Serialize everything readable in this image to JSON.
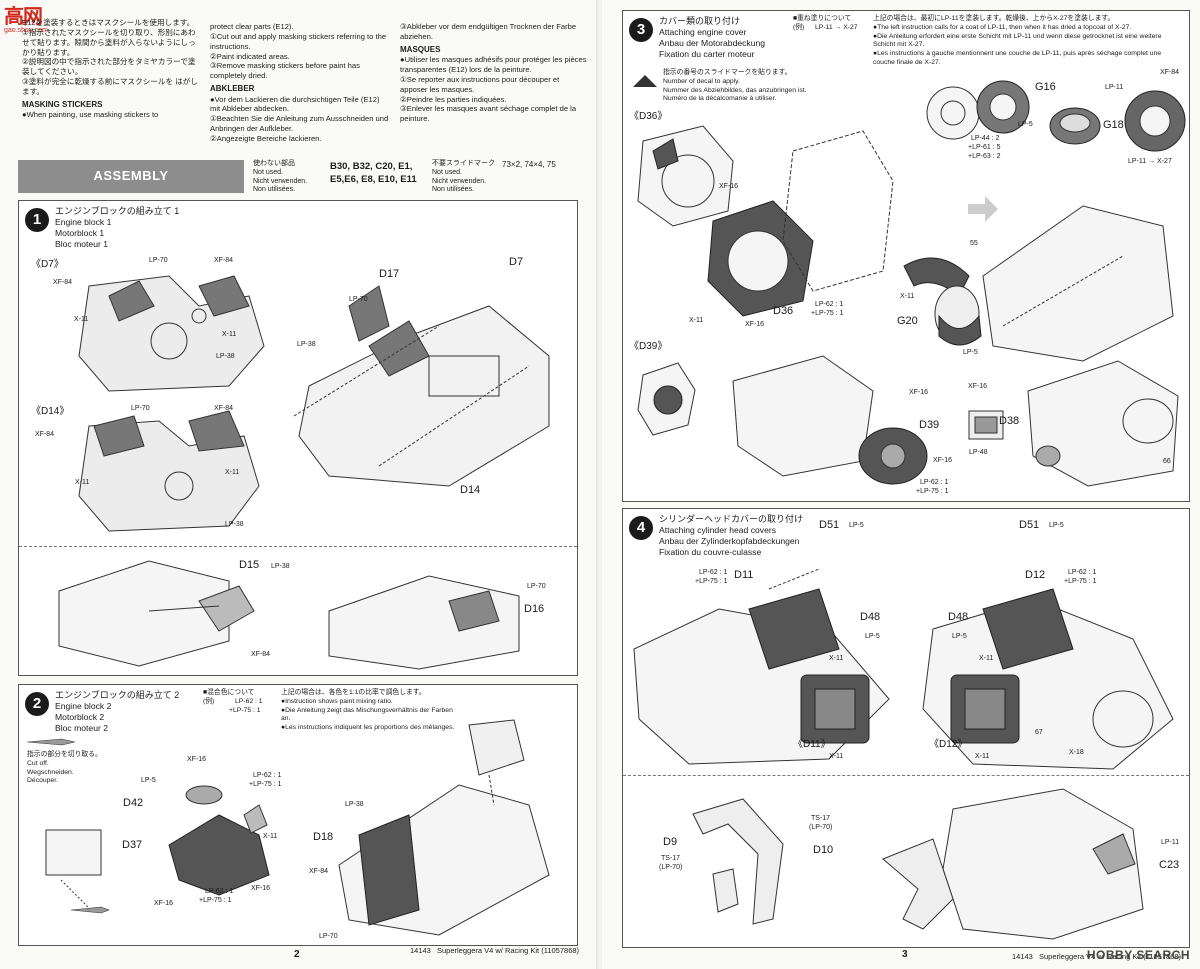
{
  "watermark": {
    "logo": "高网",
    "url": "gao.shou.com"
  },
  "left_col1": [
    "E12を塗装するときはマスクシールを使用します。",
    "①指示されたマスクシールを切り取り、形別にあわせて貼ります。隙間から塗料が入らないようにしっかり貼ります。",
    "②説明図の中で指示された部分をタミヤカラーで塗装してください。",
    "③塗料が完全に乾燥する前にマスクシールを はがします。"
  ],
  "left_col1_head": "MASKING STICKERS",
  "left_col1_en": "●When painting, use masking stickers to",
  "left_col2": [
    "protect clear parts (E12).",
    "①Cut out and apply masking stickers referring to the instructions.",
    "②Paint indicated areas.",
    "③Remove masking stickers before paint has completely dried."
  ],
  "left_col2_head": "ABKLEBER",
  "left_col2_de": [
    "●Vor dem Lackieren die durchsichtigen Teile (E12) mit Abkleber abdecken.",
    "①Beachten Sie die Anleitung zum Ausschneiden und Anbringen der Aufkleber.",
    "②Angezeigte Bereiche lackieren."
  ],
  "left_col3_de": "③Abkleber vor dem endgültigen Trocknen der Farbe abziehen.",
  "left_col3_head": "MASQUES",
  "left_col3_fr": [
    "●Utiliser les masques adhésifs pour protéger les pièces transparentes (E12) lors de la peinture.",
    "①Se reporter aux instructions pour découper et apposer les masques.",
    "②Peindre les parties indiquées.",
    "③Enlever les masques avant séchage complet de la peinture."
  ],
  "assembly": "ASSEMBLY",
  "not_used": {
    "jp": "使わない部品",
    "en": "Not used.",
    "de": "Nicht verwenden.",
    "fr": "Non utilisées.",
    "parts_1": "B30, B32, C20, E1,",
    "parts_2": "E5,E6, E8, E10, E11"
  },
  "no_decal": {
    "jp": "不要スライドマーク",
    "en": "Not used.",
    "de": "Nicht verwenden.",
    "fr": "Non utilisées.",
    "marks": "73×2, 74×4, 75"
  },
  "step1": {
    "num": "1",
    "jp": "エンジンブロックの組み立て 1",
    "en": "Engine block 1",
    "de": "Motorblock 1",
    "fr": "Bloc moteur 1",
    "d7": "《D7》",
    "d14": "《D14》",
    "D17": "D17",
    "D7": "D7",
    "D14": "D14",
    "D15": "D15",
    "D16": "D16",
    "lp70": "LP-70",
    "xf84": "XF-84",
    "x11": "X-11",
    "lp38": "LP-38"
  },
  "step2": {
    "num": "2",
    "jp": "エンジンブロックの組み立て 2",
    "en": "Engine block 2",
    "de": "Motorblock 2",
    "fr": "Bloc moteur 2",
    "mix_jp": "■混合色について",
    "mix_ex": "(例)",
    "mix_a": "LP-62 : 1",
    "mix_b": "+LP-75 : 1",
    "mix_notes": [
      "上記の場合は、各色を1:1の比率で調色します。",
      "●Instruction shows paint mixing ratio.",
      "●Die Anleitung zeigt das Mischungsverhältnis der Farben an.",
      "●Les instructions indiquent les proportions des mélanges."
    ],
    "cut_jp": "指示の部分を切り取る。",
    "cut_en": "Cut off.",
    "cut_de": "Wegschneiden.",
    "cut_fr": "Découper.",
    "D42": "D42",
    "D37": "D37",
    "D18": "D18",
    "lp5": "LP-5",
    "xf16": "XF-16",
    "x11": "X-11",
    "lp62": "LP-62 : 1",
    "lp75": "+LP-75 : 1",
    "lp38": "LP-38",
    "xf84": "XF-84",
    "lp70": "LP-70"
  },
  "step3": {
    "num": "3",
    "jp": "カバー類の取り付け",
    "en": "Attaching engine cover",
    "de": "Anbau der Motorabdeckung",
    "fr": "Fixation du carter moteur",
    "layer_jp": "■重ね塗りについて",
    "layer_ex": "(例)",
    "layer_val": "LP-11 → X-27",
    "layer_notes": [
      "上記の場合は、最初にLP-11を塗装します。乾燥後、上からX-27を塗装します。",
      "●The left instruction calls for a coat of LP-11, then when it has dried a topcoat of X-27.",
      "●Die Anleitung erfordert eine erste Schicht mit LP-11 und wenn diese getrocknet ist eine weitere Schicht mit X-27.",
      "●Les instructions à gauche mentionnent une couche de LP-11, puis après séchage complet une couche finale de X-27."
    ],
    "decal_jp": "指示の番号のスライドマークを貼ります。",
    "decal_en": "Number of decal to apply.",
    "decal_de": "Nummer des Abziehbildes, das anzubringen ist.",
    "decal_fr": "Numéro de la décalcomanie à utiliser.",
    "d36": "《D36》",
    "d39": "《D39》",
    "D36": "D36",
    "D39": "D39",
    "D38": "D38",
    "G16": "G16",
    "G18": "G18",
    "G20": "G20",
    "lp5": "LP-5",
    "lp11": "LP-11",
    "xf84": "XF-84",
    "xf16": "XF-16",
    "x11": "X-11",
    "lp48": "LP-48",
    "lp44": "LP-44 : 2",
    "lp61": "+LP-61 : 5",
    "lp63": "+LP-63 : 2",
    "lp11x27": "LP-11 → X-27",
    "lp62": "LP-62 : 1",
    "lp75": "+LP-75 : 1",
    "m55": "55",
    "m66": "66"
  },
  "step4": {
    "num": "4",
    "jp": "シリンダーヘッドカバーの取り付け",
    "en": "Attaching cylinder head covers",
    "de": "Anbau der Zylinderkopfabdeckungen",
    "fr": "Fixation du couvre-culasse",
    "D11": "D11",
    "D12": "D12",
    "D48": "D48",
    "D51": "D51",
    "d11": "《D11》",
    "d12": "《D12》",
    "D9": "D9",
    "D10": "D10",
    "C23": "C23",
    "lp5": "LP-5",
    "lp62": "LP-62 : 1",
    "lp75": "+LP-75 : 1",
    "x11": "X-11",
    "x18": "X-18",
    "ts17": "TS-17",
    "lp70p": "(LP-70)",
    "lp11": "LP-11",
    "m67": "67"
  },
  "footer": {
    "left_page": "2",
    "right_page": "3",
    "code": "14143",
    "product": "Superleggera V4 w/ Racing Kit (11057868)",
    "hobbysearch": "HOBBY SEARCH"
  }
}
